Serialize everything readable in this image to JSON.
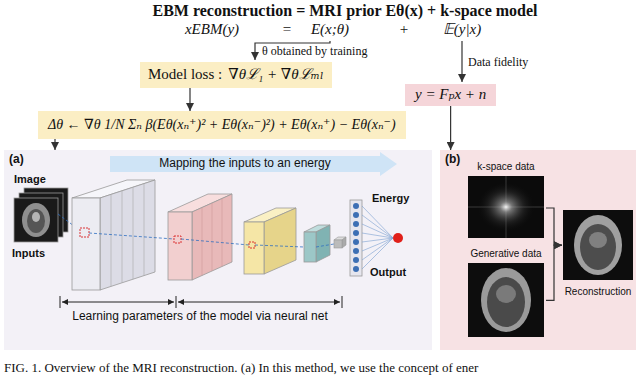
{
  "diagram": {
    "title": "EBM reconstruction = MRI prior Eθ(x) + k-space model",
    "caption": "FIG. 1. Overview of the MRI reconstruction. (a) In this method, we use the concept of ener",
    "nodes": [
      {
        "text": [
          "Model loss :",
          "∇θℒ₁ + ∇θℒₘₗ"
        ]
      },
      {
        "text": [
          "y = Fₚx + n"
        ]
      },
      {
        "text": [
          "Δθ ← ∇θ 1/N Σₙ β(Eθ(xₙ⁺)² + Eθ(xₙ⁻)²) + Eθ(xₙ⁺) − Eθ(xₙ⁻)"
        ]
      },
      {
        "text": [
          "(a)"
        ]
      },
      {
        "text": [
          "(b)"
        ]
      },
      {
        "text": [
          "k-space data"
        ],
        "in": 4
      },
      {
        "text": [
          "Generative data"
        ],
        "in": 4
      },
      {
        "text": [
          "Reconstruction"
        ],
        "in": 4
      }
    ],
    "edges": [
      {
        "from": 0,
        "to": 2,
        "arrow": "to"
      },
      {
        "from": 2,
        "to": 3,
        "arrow": "to"
      },
      {
        "from": 1,
        "to": 4,
        "arrow": "to"
      },
      {
        "from": 5,
        "to": 7,
        "arrow": "to"
      },
      {
        "from": 6,
        "to": 7,
        "arrow": "to"
      }
    ],
    "labels": [
      "xEBM(y)",
      "=",
      "E(x;θ)",
      "+",
      "𝔼(y|x)",
      "θ obtained by training",
      "Data fidelity",
      "Mapping the inputs to an energy",
      "Image",
      "Inputs",
      "Energy",
      "Output",
      "Learning parameters of the model via neural net"
    ]
  }
}
